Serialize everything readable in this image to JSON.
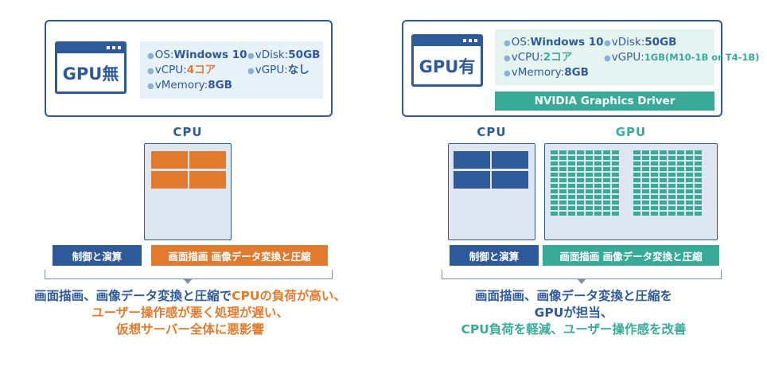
{
  "colors": {
    "navy": "#2f5a99",
    "orange": "#e07a2e",
    "teal": "#3aaa98",
    "light_blue_bg": "#e6f1f8",
    "light_teal_bg": "#e6f4f1",
    "chip_bg": "#dde6f1"
  },
  "left": {
    "vm_label": "GPU無",
    "specs": {
      "os_key": "OS:",
      "os_val": "Windows 10",
      "vdisk_key": "vDisk:",
      "vdisk_val": "50GB",
      "vcpu_key": "vCPU:",
      "vcpu_val": "4コア",
      "vgpu_key": "vGPU:",
      "vgpu_val": "なし",
      "vmem_key": "vMemory:",
      "vmem_val": "8GB"
    },
    "cpu_label": "CPU",
    "tag_control": "制御と演算",
    "tag_render": "画面描画 画像データ変換と圧縮",
    "caption_line1_a": "画面描画、画像データ変換と圧縮で",
    "caption_line1_b": "CPUの負荷が高い、",
    "caption_line2": "ユーザー操作感が悪く処理が遅い、",
    "caption_line3": "仮想サーバー全体に悪影響"
  },
  "right": {
    "vm_label": "GPU有",
    "specs": {
      "os_key": "OS:",
      "os_val": "Windows 10",
      "vdisk_key": "vDisk:",
      "vdisk_val": "50GB",
      "vcpu_key": "vCPU:",
      "vcpu_val": "2コア",
      "vgpu_key": "vGPU:",
      "vgpu_val": "1GB(M10-1B or T4-1B)",
      "vmem_key": "vMemory:",
      "vmem_val": "8GB"
    },
    "driver_label": "NVIDIA Graphics Driver",
    "cpu_label": "CPU",
    "gpu_label": "GPU",
    "tag_control": "制御と演算",
    "tag_render": "画面描画 画像データ変換と圧縮",
    "caption_line1": "画面描画、画像データ変換と圧縮を",
    "caption_line2": "GPUが担当、",
    "caption_line3": "CPU負荷を軽減、ユーザー操作感を改善"
  }
}
